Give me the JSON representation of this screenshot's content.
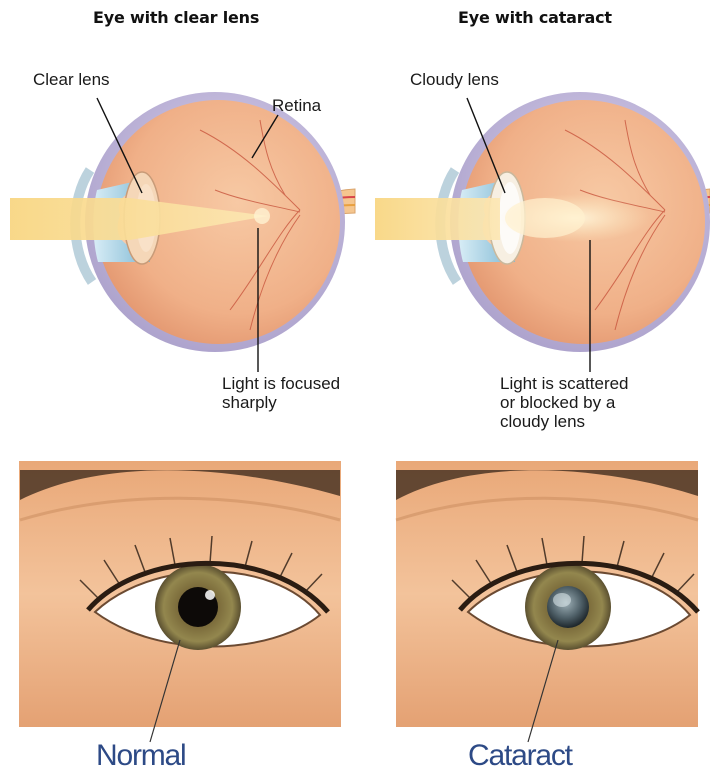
{
  "titles": {
    "left": "Eye with clear lens",
    "right": "Eye with cataract"
  },
  "left_diagram": {
    "lens_label": "Clear lens",
    "retina_label": "Retina",
    "light_label_line1": "Light is focused",
    "light_label_line2": "sharply"
  },
  "right_diagram": {
    "lens_label": "Cloudy lens",
    "light_label_line1": "Light is scattered",
    "light_label_line2": "or blocked by a",
    "light_label_line3": "cloudy lens"
  },
  "photos": {
    "left_caption": "Normal",
    "right_caption": "Cataract"
  },
  "colors": {
    "caption_blue": "#2d4a86",
    "eyeball_flesh": "#f1b48c",
    "sclera_lavender": "#c7bde0",
    "cornea_blue": "#a9d3e6",
    "light_beam": "#f9d98a",
    "retina_vessel": "#c8553d",
    "iris_hazel": "#7a6a3a"
  }
}
